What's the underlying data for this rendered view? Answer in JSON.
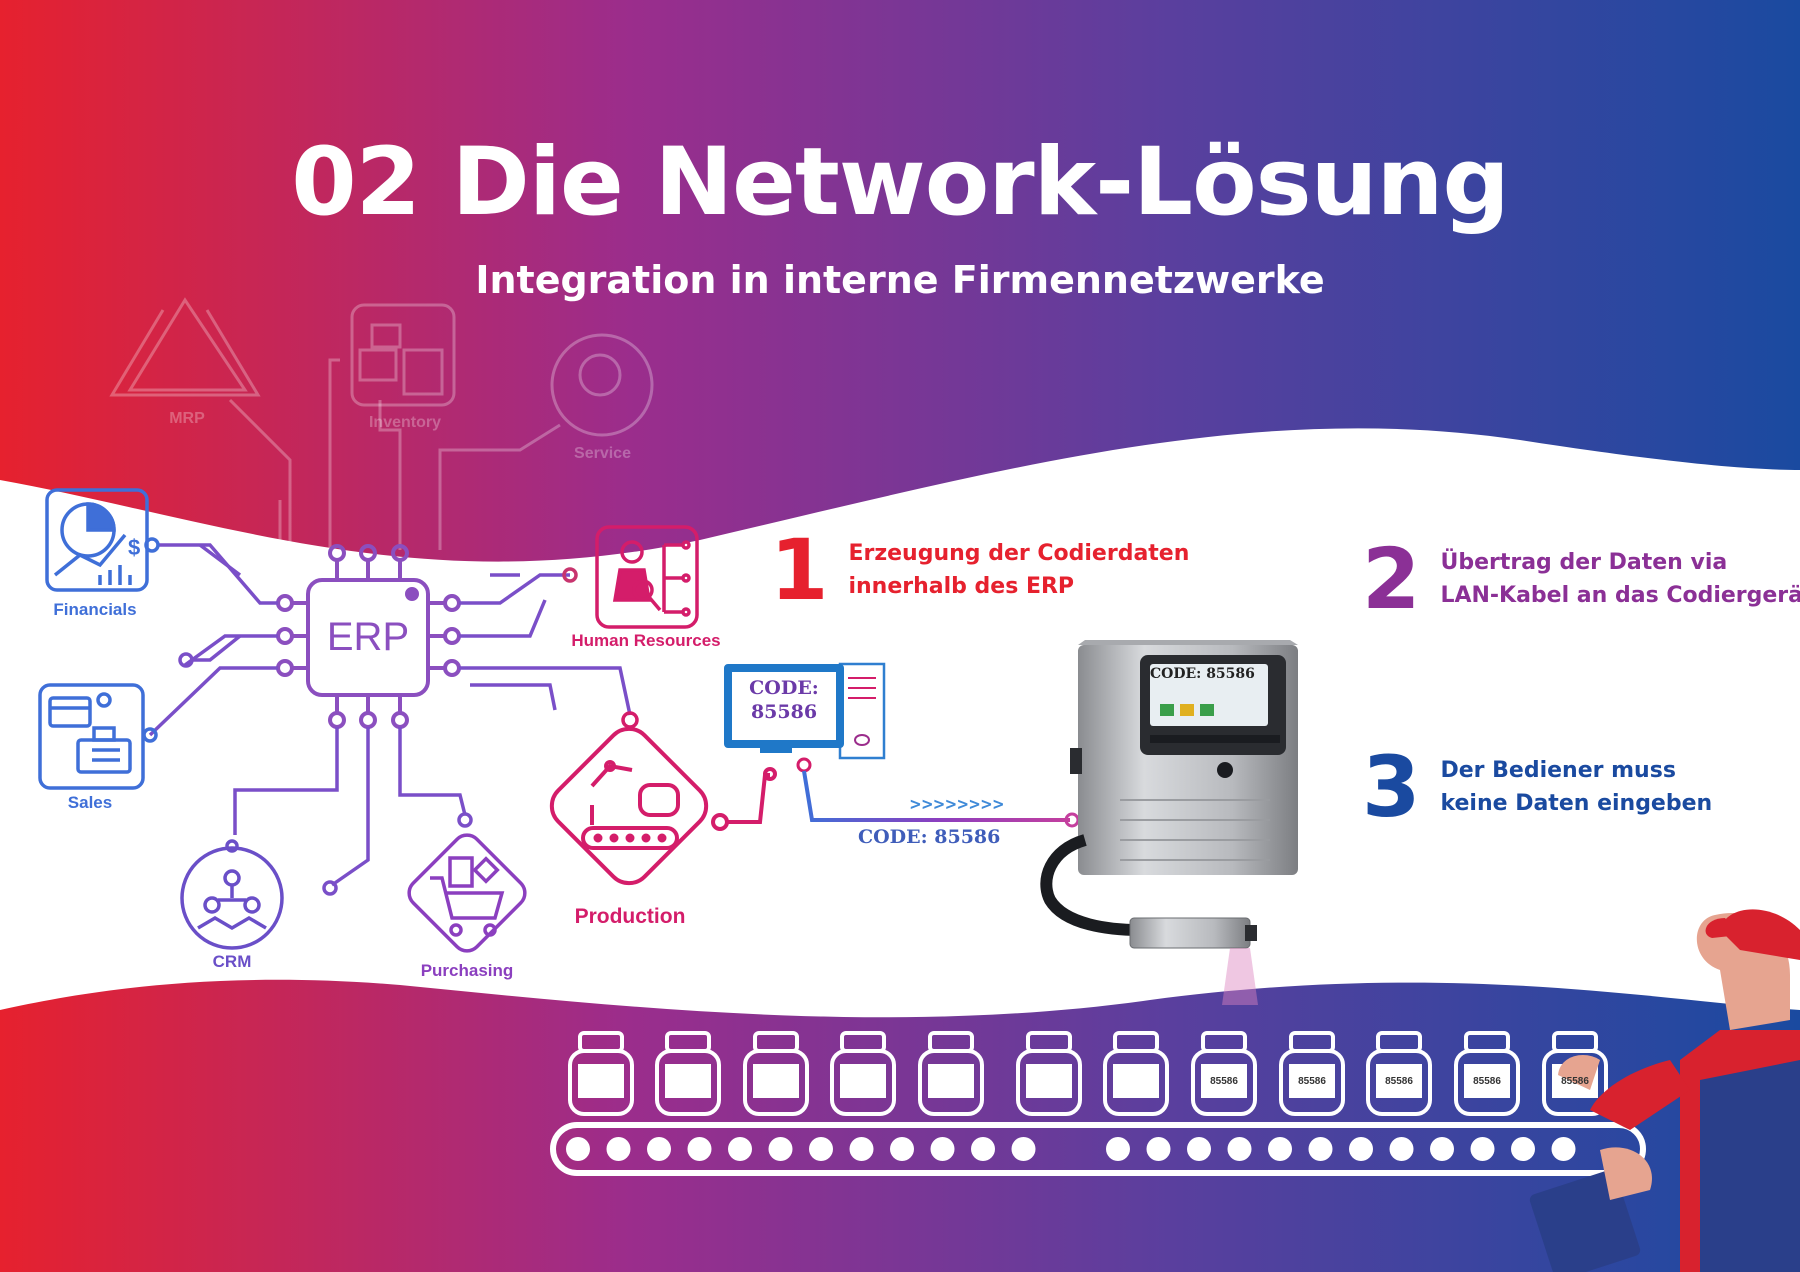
{
  "title": "02 Die Network-Lösung",
  "subtitle": "Integration in interne Firmennetzwerke",
  "colors": {
    "red": "#e6212e",
    "purple": "#9b2d8c",
    "blue": "#1a4aa0",
    "pink": "#d41d6a"
  },
  "erp_label": "ERP",
  "modules": {
    "mrp": "MRP",
    "inventory": "Inventory",
    "service": "Service",
    "financials": "Financials",
    "sales": "Sales",
    "crm": "CRM",
    "purchasing": "Purchasing",
    "human_resources": "Human Resources",
    "production": "Production"
  },
  "computer_code": {
    "line1": "CODE:",
    "line2": "85586"
  },
  "transfer_code": "CODE: 85586",
  "transfer_arrows": ">>>>>>>>",
  "printer_screen_code": "CODE: 85586",
  "steps": [
    {
      "number": "1",
      "line1": "Erzeugung der Codierdaten",
      "line2": "innerhalb des ERP",
      "color": "#e6212e"
    },
    {
      "number": "2",
      "line1": "Übertrag der Daten via",
      "line2": "LAN-Kabel an das Codiergerät",
      "color": "#8b3096"
    },
    {
      "number": "3",
      "line1": "Der Bediener muss",
      "line2": "keine Daten eingeben",
      "color": "#1a4aa0"
    }
  ],
  "jar_codes": [
    "85586",
    "85586",
    "85586",
    "85586",
    "85586"
  ]
}
